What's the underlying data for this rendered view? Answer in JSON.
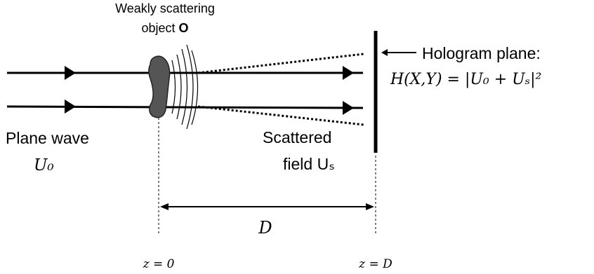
{
  "object": {
    "label_line1": "Weakly scattering",
    "label_line2_prefix": "object ",
    "label_line2_bold": "O"
  },
  "hologram": {
    "label_prefix": "Hologram plane:",
    "formula": "H(X,Y) = |U₀ + Uₛ|²"
  },
  "plane_wave": {
    "label": "Plane wave",
    "symbol": "U₀"
  },
  "scattered": {
    "label_line1": "Scattered",
    "label_line2": "field Uₛ"
  },
  "distance": {
    "label": "D"
  },
  "positions": {
    "z_start": "z = 0",
    "z_end": "z = D"
  }
}
